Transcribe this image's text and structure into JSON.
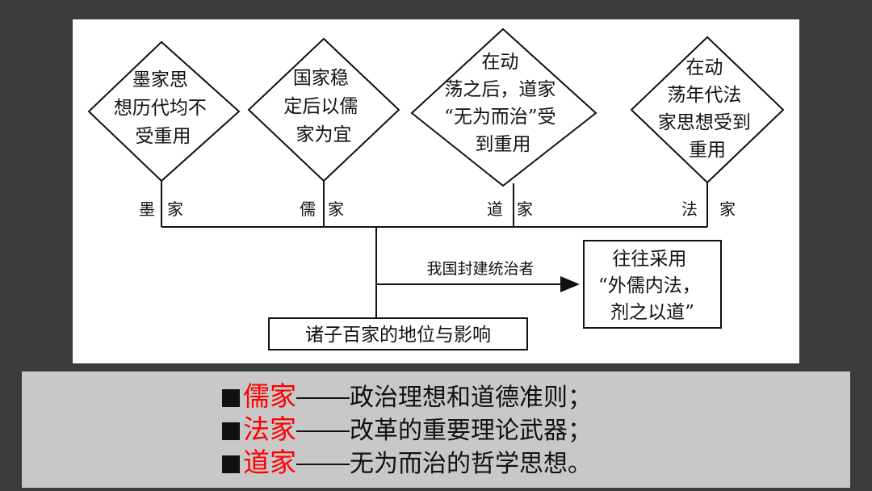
{
  "diagram": {
    "diamonds": [
      {
        "lines": [
          "墨家思",
          "想历代均不",
          "受重用"
        ]
      },
      {
        "lines": [
          "国家稳",
          "定后以儒",
          "家为宜"
        ]
      },
      {
        "lines": [
          "在动",
          "荡之后，道家",
          "“无为而治”受",
          "到重用"
        ]
      },
      {
        "lines": [
          "在动",
          "荡年代法",
          "家思想受到",
          "重用"
        ]
      }
    ],
    "school_labels": [
      {
        "left": "墨",
        "right": "家"
      },
      {
        "left": "儒",
        "right": "家"
      },
      {
        "left": "道",
        "right": "家"
      },
      {
        "left": "法",
        "right": "家"
      }
    ],
    "arrow_label": "我国封建统治者",
    "result_box": {
      "lines": [
        "往往采用",
        "“外儒内法，",
        "剂之以道”"
      ]
    },
    "root_box": "诸子百家的地位与影响"
  },
  "legend": [
    {
      "school": "儒家",
      "desc": "政治理想和道德准则；"
    },
    {
      "school": "法家",
      "desc": "改革的重要理论武器；"
    },
    {
      "school": "道家",
      "desc": "无为而治的哲学思想。"
    }
  ],
  "colors": {
    "highlight": "#ff0000",
    "slide_bg": "#3b3b3b",
    "legend_bg": "#c8c8c8"
  }
}
